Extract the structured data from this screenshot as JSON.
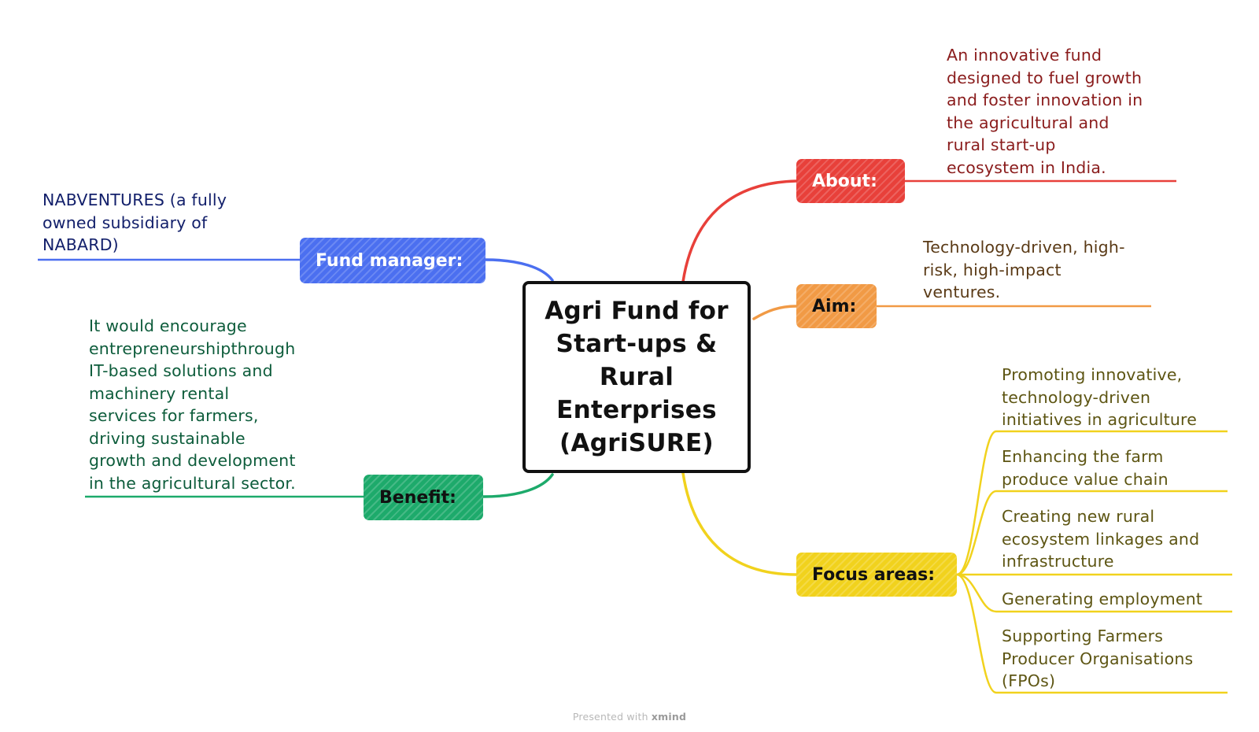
{
  "central": {
    "title": "Agri Fund for\nStart-ups &\nRural\nEnterprises\n(AgriSURE)"
  },
  "branches": {
    "about": {
      "label": "About:",
      "color": "#e8403a",
      "text": "An innovative fund\ndesigned to fuel growth\nand foster innovation in\nthe agricultural and\nrural start-up\necosystem in India."
    },
    "aim": {
      "label": "Aim:",
      "color": "#f19a45",
      "text": "Technology-driven, high-\nrisk, high-impact\nventures."
    },
    "focus": {
      "label": "Focus areas:",
      "color": "#f1d21d",
      "items": [
        "Promoting innovative,\ntechnology-driven\ninitiatives in agriculture",
        "Enhancing the farm\nproduce value chain",
        "Creating new rural\necosystem linkages and\ninfrastructure",
        "Generating employment",
        "Supporting Farmers\nProducer Organisations\n(FPOs)"
      ]
    },
    "fund_manager": {
      "label": "Fund manager:",
      "color": "#4b6ff0",
      "text": "NABVENTURES (a fully\nowned subsidiary of\nNABARD)"
    },
    "benefit": {
      "label": "Benefit:",
      "color": "#1daa6b",
      "text": "It would encourage\nentrepreneurshipthrough\nIT-based solutions and\nmachinery rental\nservices for farmers,\ndriving sustainable\ngrowth and development\nin the agricultural sector."
    }
  },
  "footer": {
    "prefix": "Presented with ",
    "brand": "xmind"
  }
}
